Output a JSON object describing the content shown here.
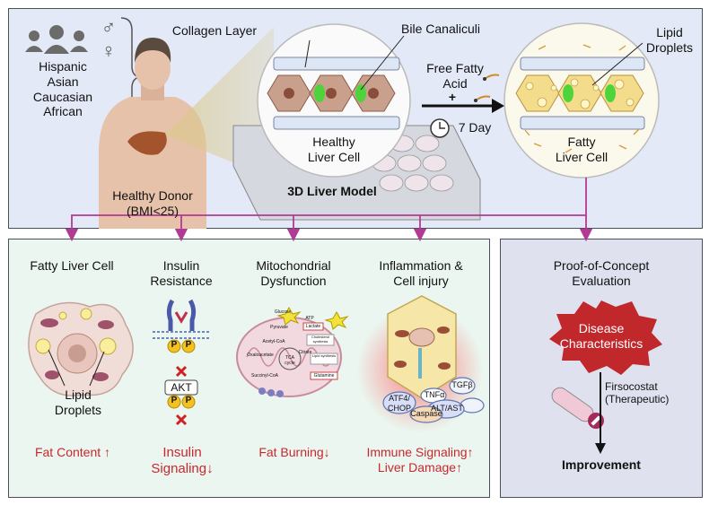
{
  "top": {
    "ethnicities": [
      "Hispanic",
      "Asian",
      "Caucasian",
      "African"
    ],
    "donor_label": "Healthy Donor",
    "donor_bmi": "(BMI<25)",
    "collagen_label": "Collagen Layer",
    "bile_label": "Bile Canaliculi",
    "healthy_cell_line1": "Healthy",
    "healthy_cell_line2": "Liver Cell",
    "model_label": "3D Liver Model",
    "ffa_line1": "Free Fatty",
    "ffa_line2": "Acid",
    "plus": "+",
    "days": "7 Day",
    "lipid_top_line1": "Lipid",
    "lipid_top_line2": "Droplets",
    "fatty_cell_line1": "Fatty",
    "fatty_cell_line2": "Liver Cell",
    "male_symbol": "♂",
    "female_symbol": "♀"
  },
  "bottom": {
    "col1_title": "Fatty Liver Cell",
    "col2_title_line1": "Insulin",
    "col2_title_line2": "Resistance",
    "col3_title_line1": "Mitochondrial",
    "col3_title_line2": "Dysfunction",
    "col4_title_line1": "Inflammation &",
    "col4_title_line2": "Cell injury",
    "lipid_line1": "Lipid",
    "lipid_line2": "Droplets",
    "p_label": "P",
    "akt_label": "AKT",
    "mito": {
      "glucose": "Glucose",
      "atp": "ATP",
      "pyruvate": "Pyruvate",
      "lactate": "Lactate",
      "cholesterol": "Cholesterol synthesis",
      "acetyl": "Acetyl-CoA",
      "oxalo": "Oxaloacetate",
      "citrate": "Citrate",
      "lipid_syn": "Lipid synthesis",
      "tca": "TCA cycle",
      "succinyl": "Succinyl-CoA",
      "glutamine": "Glutamine"
    },
    "inflam": {
      "tnf": "TNFα",
      "tgf": "TGFβ",
      "atf_line1": "ATF4/",
      "atf_line2": "CHOP",
      "alt": "ALT/AST",
      "caspase": "Caspase"
    },
    "outcome1": "Fat Content ↑",
    "outcome2_line1": "Insulin",
    "outcome2_line2": "Signaling↓",
    "outcome3": "Fat Burning↓",
    "outcome4_line1": "Immune Signaling↑",
    "outcome4_line2": "Liver Damage↑"
  },
  "poc": {
    "title_line1": "Proof-of-Concept",
    "title_line2": "Evaluation",
    "disease_line1": "Disease",
    "disease_line2": "Characteristics",
    "drug_line1": "Firsocostat",
    "drug_line2": "(Therapeutic)",
    "result": "Improvement"
  },
  "colors": {
    "top_bg": "#e3e9f6",
    "bottom_bg": "#eaf6ef",
    "poc_bg": "#dfe1ef",
    "connector": "#b23a95",
    "outcome_red": "#c8282d",
    "burst_red": "#c0282c",
    "canaliculi_green": "#4cd43a",
    "cell_brown": "#c9a08c",
    "fatty_yellow": "#f6e7a8"
  }
}
